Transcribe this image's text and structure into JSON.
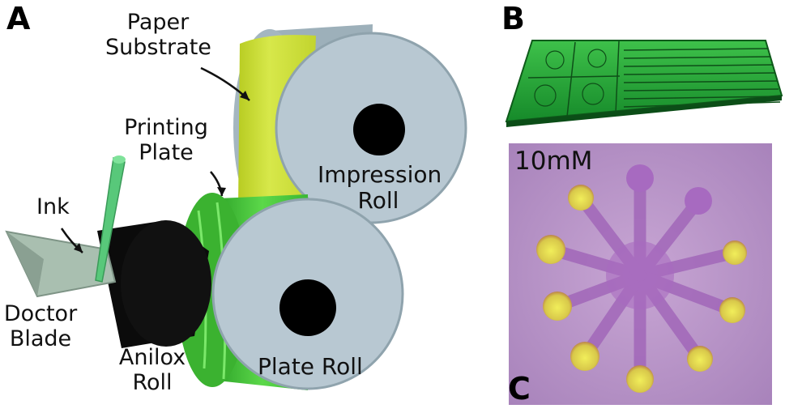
{
  "panels": {
    "a": "A",
    "b": "B",
    "c": "C"
  },
  "labels": {
    "paper_substrate_1": "Paper",
    "paper_substrate_2": "Substrate",
    "printing_plate_1": "Printing",
    "printing_plate_2": "Plate",
    "impression_roll_1": "Impression",
    "impression_roll_2": "Roll",
    "ink": "Ink",
    "doctor_blade_1": "Doctor",
    "doctor_blade_2": "Blade",
    "anilox_roll_1": "Anilox",
    "anilox_roll_2": "Roll",
    "plate_roll": "Plate Roll"
  },
  "photo": {
    "concentration": "10mM"
  },
  "colors": {
    "roll_face": "#b8c8d2",
    "roll_edge": "#8fa3ad",
    "paper": "#cfe03a",
    "plate": "#4cc83a",
    "anilox": "#0b0b0b",
    "blade": "#a9bfb0",
    "chip": "#27a83a",
    "photo_bg": "#b791c8",
    "spot": "#d8d25a"
  }
}
